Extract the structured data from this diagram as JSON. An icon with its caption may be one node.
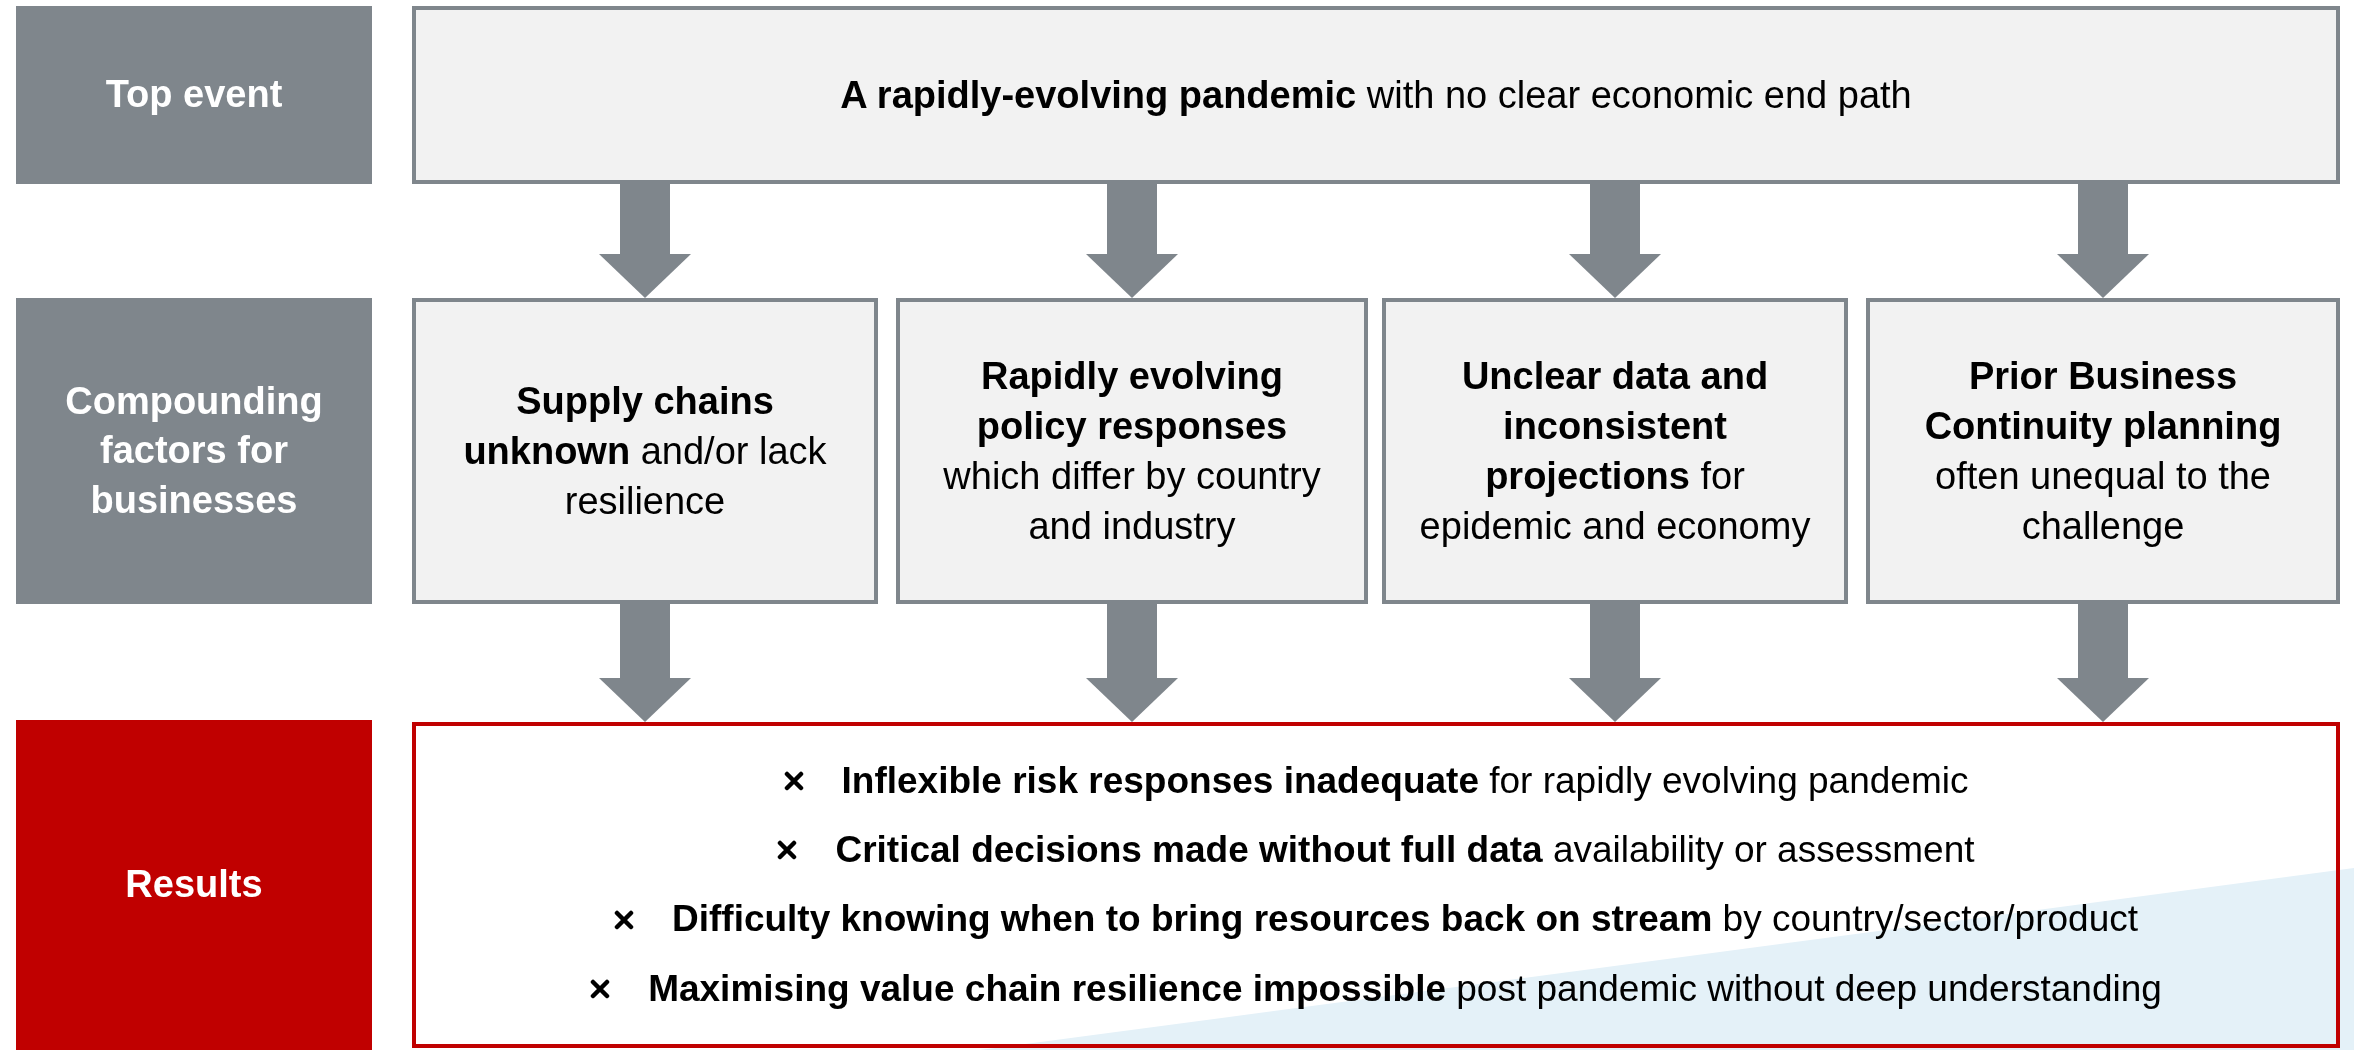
{
  "diagram": {
    "nodes": [
      {
        "text": [
          "Top event"
        ]
      },
      {
        "text": [
          "**A rapidly-evolving pandemic** with no clear economic end path"
        ]
      },
      {
        "text": [
          "Compounding factors for businesses"
        ]
      },
      {
        "text": [
          "**Supply chains unknown** and/or lack resilience"
        ]
      },
      {
        "text": [
          "**Rapidly evolving policy responses** which differ by country and industry"
        ]
      },
      {
        "text": [
          "**Unclear data and inconsistent projections** for epidemic and economy"
        ]
      },
      {
        "text": [
          "**Prior Business Continuity planning** often unequal to the challenge"
        ]
      },
      {
        "text": [
          "Results"
        ]
      },
      {
        "text": [
          "**Inflexible risk responses inadequate** for rapidly evolving pandemic",
          "**Critical decisions made without full data** availability or assessment",
          "**Difficulty knowing when to bring resources back on stream** by country/sector/product",
          "**Maximising value chain resilience impossible** post pandemic without deep understanding"
        ]
      }
    ],
    "edges": [
      {
        "from": 1,
        "to": 3,
        "arrow": "to"
      },
      {
        "from": 1,
        "to": 4,
        "arrow": "to"
      },
      {
        "from": 1,
        "to": 5,
        "arrow": "to"
      },
      {
        "from": 1,
        "to": 6,
        "arrow": "to"
      },
      {
        "from": 3,
        "to": 8,
        "arrow": "to"
      },
      {
        "from": 4,
        "to": 8,
        "arrow": "to"
      },
      {
        "from": 5,
        "to": 8,
        "arrow": "to"
      },
      {
        "from": 6,
        "to": 8,
        "arrow": "to"
      }
    ]
  }
}
